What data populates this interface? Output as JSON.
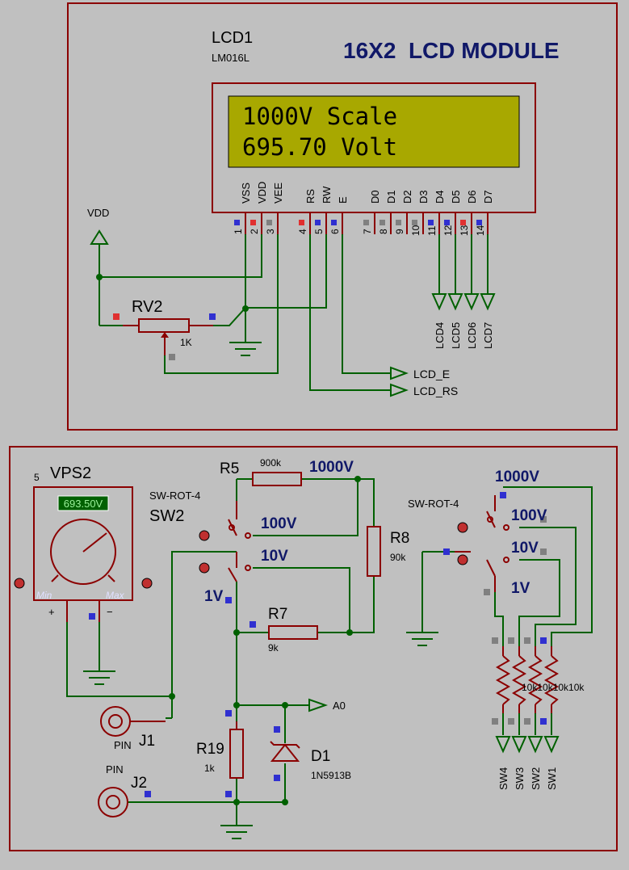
{
  "lcd": {
    "ref": "LCD1",
    "model": "LM016L",
    "title": "16X2  LCD MODULE",
    "line1": "1000V Scale",
    "line2": "695.70 Volt",
    "pins": [
      {
        "name": "VSS",
        "num": "1"
      },
      {
        "name": "VDD",
        "num": "2"
      },
      {
        "name": "VEE",
        "num": "3"
      },
      {
        "name": "RS",
        "num": "4"
      },
      {
        "name": "RW",
        "num": "5"
      },
      {
        "name": "E",
        "num": "6"
      },
      {
        "name": "D0",
        "num": "7"
      },
      {
        "name": "D1",
        "num": "8"
      },
      {
        "name": "D2",
        "num": "9"
      },
      {
        "name": "D3",
        "num": "10"
      },
      {
        "name": "D4",
        "num": "11"
      },
      {
        "name": "D5",
        "num": "12"
      },
      {
        "name": "D6",
        "num": "13"
      },
      {
        "name": "D7",
        "num": "14"
      }
    ],
    "data_labels": [
      "LCD4",
      "LCD5",
      "LCD6",
      "LCD7"
    ],
    "vdd_label": "VDD",
    "pot_ref": "RV2",
    "pot_value": "1K",
    "lcd_e": "LCD_E",
    "lcd_rs": "LCD_RS"
  },
  "meter": {
    "num": "5",
    "ref": "VPS2",
    "reading": "693.50V",
    "min": "Min",
    "max": "Max",
    "plus": "+",
    "minus": "−"
  },
  "switch1": {
    "type": "SW-ROT-4",
    "ref": "SW2",
    "positions": [
      "1000V",
      "100V",
      "10V",
      "1V"
    ]
  },
  "switch2": {
    "type": "SW-ROT-4",
    "positions": [
      "1000V",
      "100V",
      "10V",
      "1V"
    ]
  },
  "resistors": {
    "r5": {
      "ref": "R5",
      "value": "900k"
    },
    "r8": {
      "ref": "R8",
      "value": "90k"
    },
    "r7": {
      "ref": "R7",
      "value": "9k"
    },
    "r19": {
      "ref": "R19",
      "value": "1k"
    },
    "pullups_value": "10k10k10k10k"
  },
  "diode": {
    "ref": "D1",
    "model": "1N5913B"
  },
  "a0": "A0",
  "j1": {
    "pin": "PIN",
    "ref": "J1"
  },
  "j2": {
    "pin": "PIN",
    "ref": "J2"
  },
  "sw_labels": [
    "SW4",
    "SW3",
    "SW2",
    "SW1"
  ]
}
